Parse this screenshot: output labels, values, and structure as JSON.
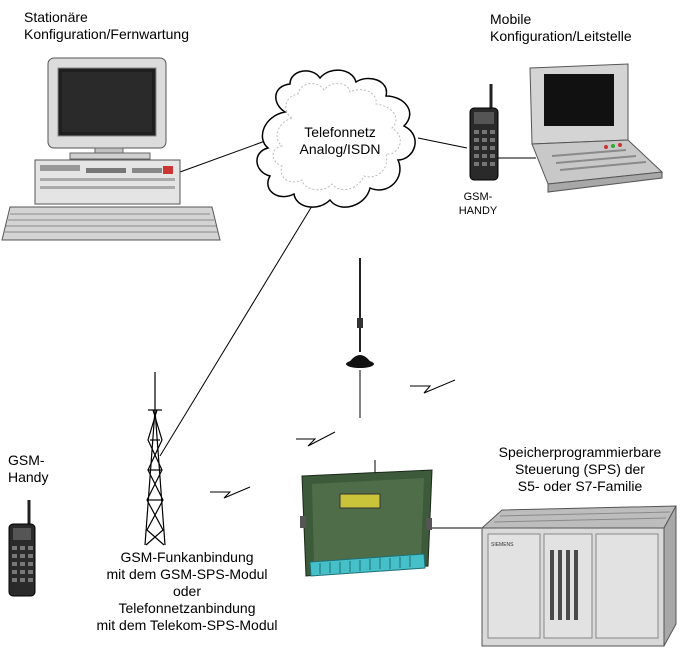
{
  "labels": {
    "stationary": [
      "Stationäre",
      "Konfiguration/Fernwartung"
    ],
    "mobile": [
      "Mobile",
      "Konfiguration/Leitstelle"
    ],
    "network": [
      "Telefonnetz",
      "Analog/ISDN"
    ],
    "gsm_handy_top": [
      "GSM-",
      "HANDY"
    ],
    "gsm_handy_left": [
      "GSM-",
      "Handy"
    ],
    "plc": [
      "Speicherprogrammierbare",
      "Steuerung (SPS) der",
      "S5- oder S7-Familie"
    ],
    "link": [
      "GSM-Funkanbindung",
      "mit dem GSM-SPS-Modul",
      "oder",
      "Telefonnetzanbindung",
      "mit dem Telekom-SPS-Modul"
    ]
  },
  "devices": {
    "plc_brand": "SIEMENS"
  },
  "colors": {
    "line": "#000000",
    "device_light": "#d9d9d9",
    "device_mid": "#a8a8a8",
    "device_dark": "#4a4a4a",
    "screen": "#1a1a1a",
    "module_green": "#3d5a3a",
    "display_yellow": "#c9c43a",
    "terminal_cyan": "#46c0c8"
  }
}
